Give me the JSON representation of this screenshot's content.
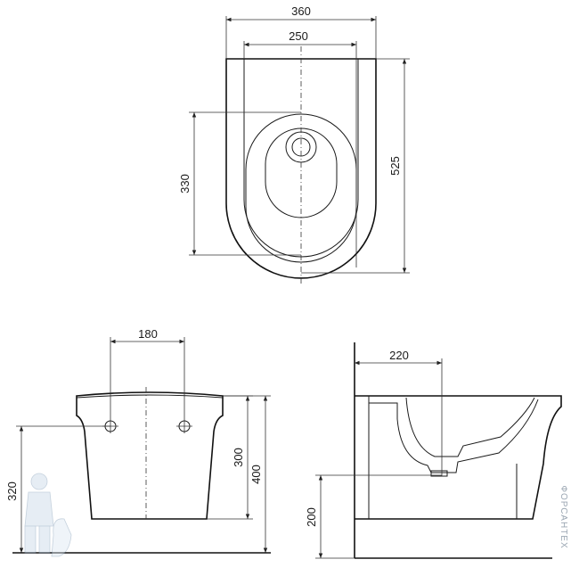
{
  "top_view": {
    "dim_overall_width": "360",
    "dim_inner_width": "250",
    "dim_depth": "525",
    "dim_center_offset": "330"
  },
  "front_view": {
    "dim_hole_spacing": "180",
    "dim_body_height": "300",
    "dim_total_height": "400",
    "dim_mount_height": "320"
  },
  "side_view": {
    "dim_depth_to_drain": "220",
    "dim_drain_height": "200"
  },
  "watermark": {
    "text": "ФОРСАНТЕХ"
  }
}
